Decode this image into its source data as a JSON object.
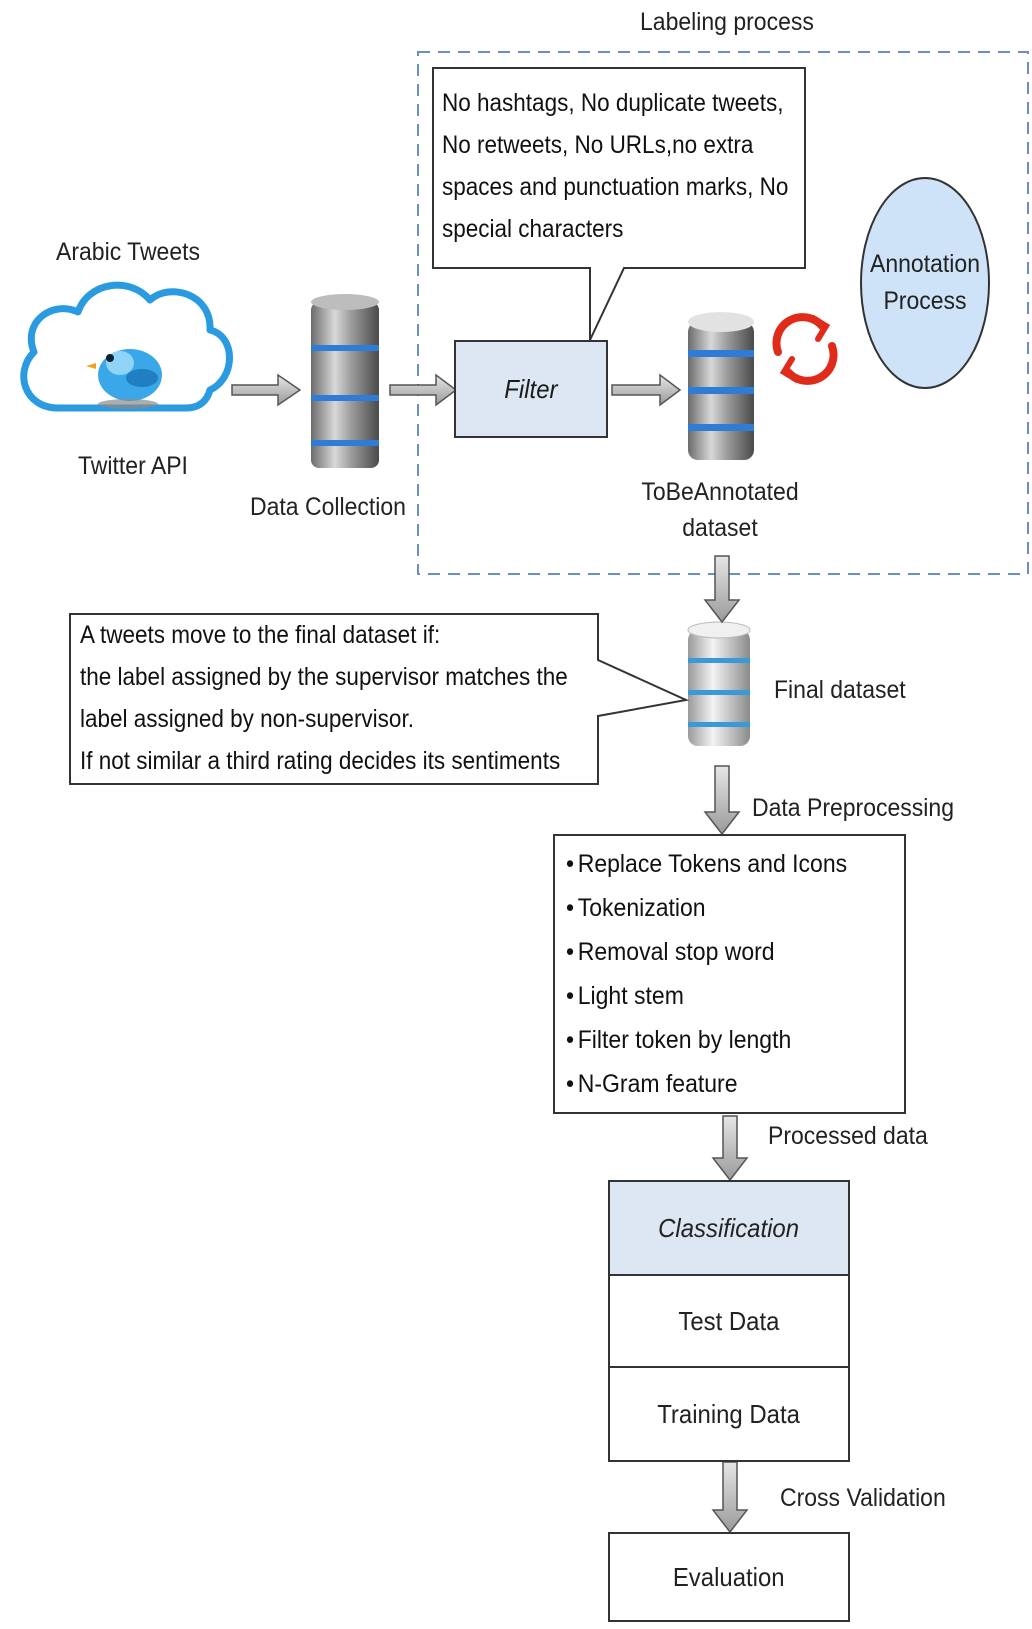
{
  "labeling_section": {
    "title": "Labeling process",
    "filter_callout_lines": [
      "No hashtags, No duplicate tweets,",
      "No retweets, No URLs,no extra",
      "spaces and punctuation marks, No",
      "special characters"
    ]
  },
  "source": {
    "top_label": "Arabic Tweets",
    "bottom_label": "Twitter API"
  },
  "data_collection": {
    "label": "Data Collection"
  },
  "filter": {
    "label": "Filter"
  },
  "tobeannotated": {
    "label_line1": "ToBeAnnotated",
    "label_line2": "dataset"
  },
  "annotation": {
    "label_line1": "Annotation",
    "label_line2": "Process"
  },
  "final_dataset": {
    "label": "Final dataset"
  },
  "rule_callout_lines": [
    "A tweets move to the final dataset if:",
    "the label assigned by the supervisor matches the",
    "label assigned by non-supervisor.",
    "If not similar a third rating decides its sentiments"
  ],
  "preprocessing": {
    "arrow_label": "Data Preprocessing",
    "steps": [
      "Replace Tokens and Icons",
      "Tokenization",
      "Removal stop word",
      "Light stem",
      "Filter token by length",
      "N-Gram feature"
    ]
  },
  "processed_label": "Processed data",
  "classification": {
    "title": "Classification",
    "test": "Test Data",
    "training": "Training Data"
  },
  "cross_validation_label": "Cross Validation",
  "evaluation_label": "Evaluation",
  "colors": {
    "box_fill": "#dde6f3",
    "ellipse_fill": "#cfe3f8",
    "dashed_border": "#6a8fc0",
    "cycle_red": "#e02a1a",
    "db_blue": "#2e7cd6",
    "cloud_blue": "#2a9be0"
  }
}
